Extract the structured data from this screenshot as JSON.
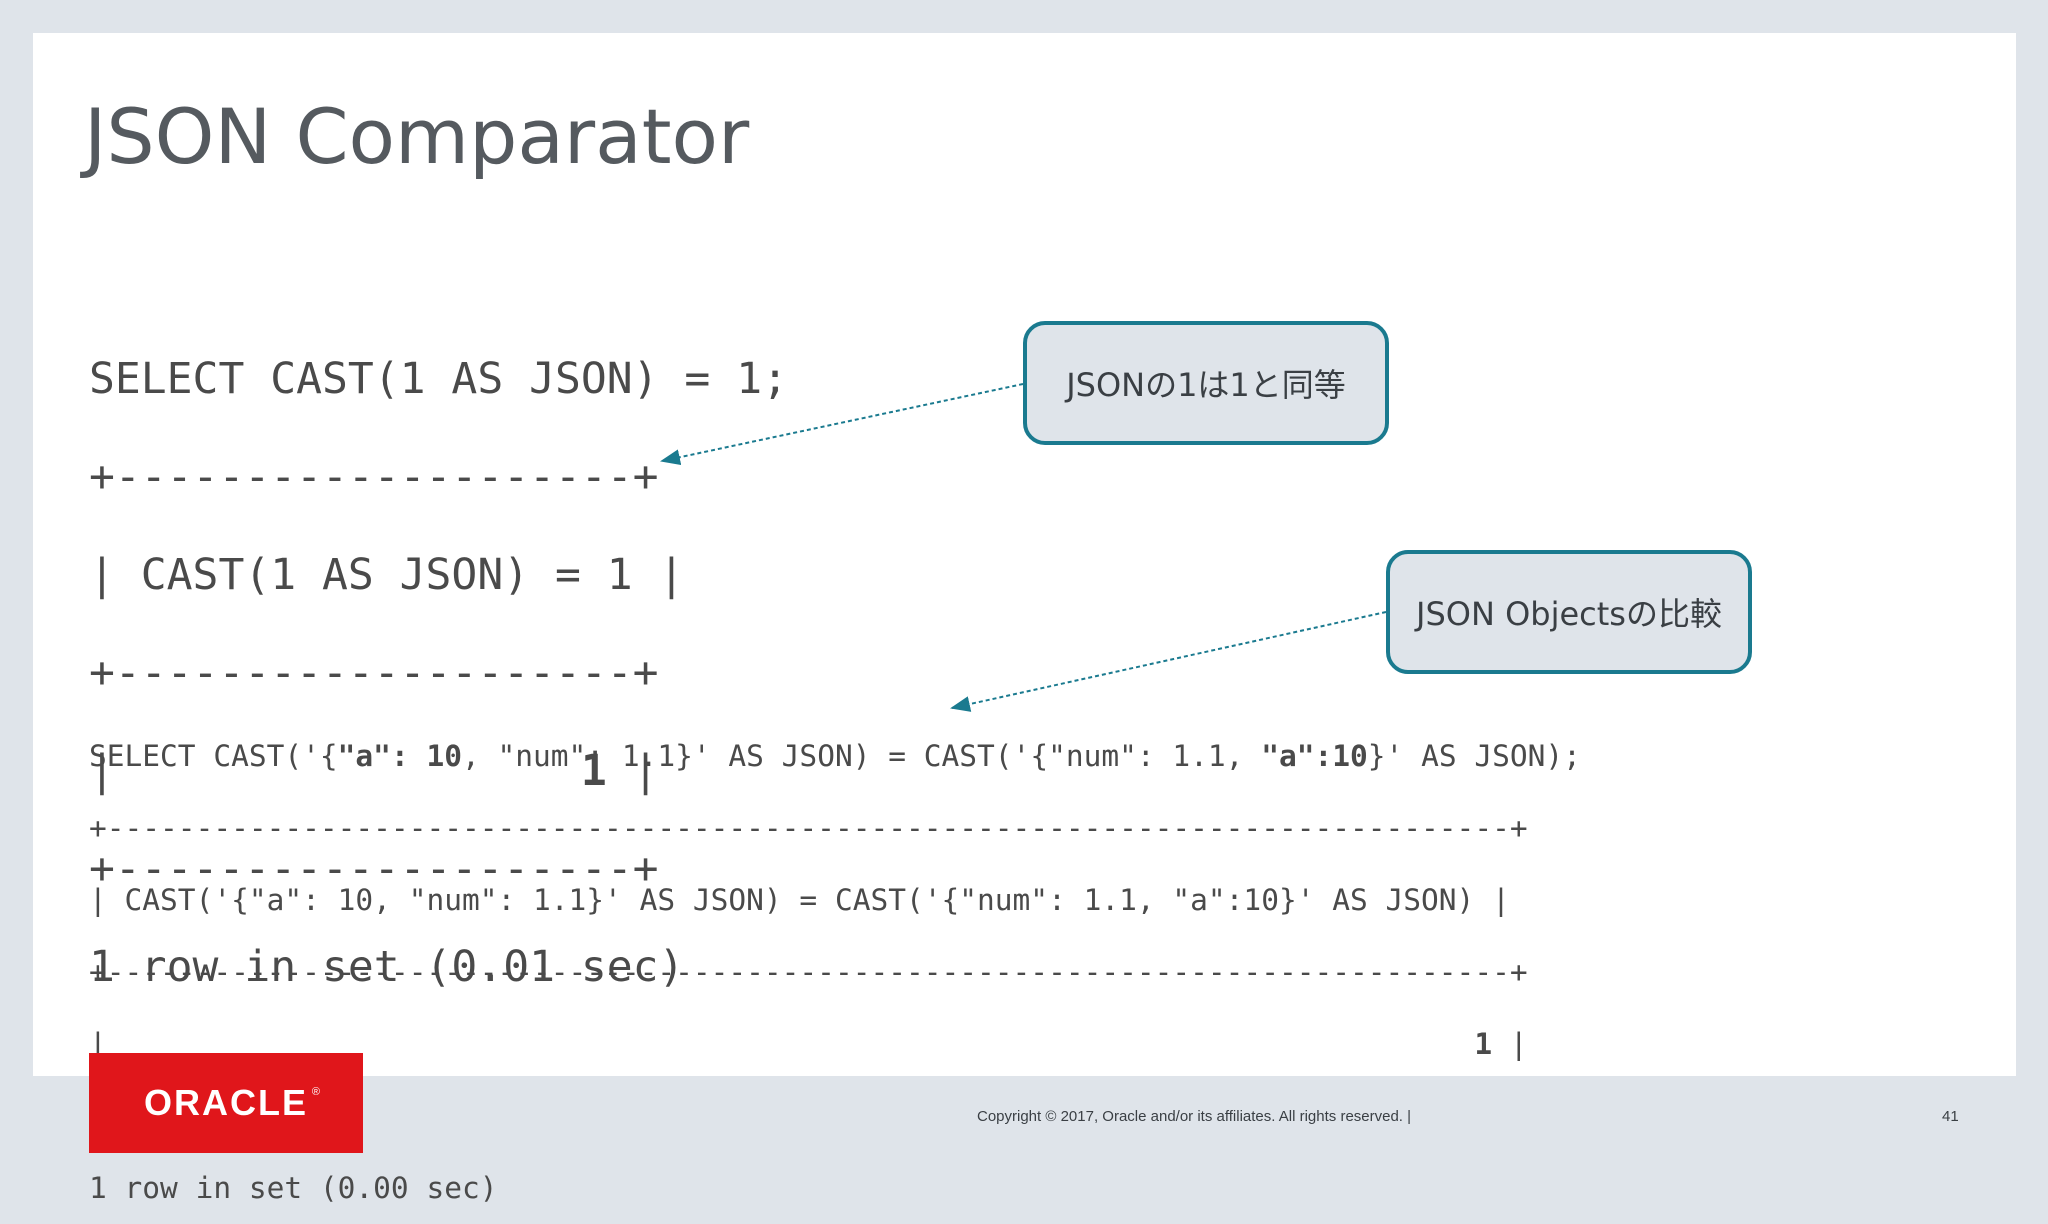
{
  "slide": {
    "title": "JSON Comparator",
    "query1": {
      "lines": [
        "SELECT CAST(1 AS JSON) = 1;",
        "+--------------------+",
        "| CAST(1 AS JSON) = 1 |",
        "+--------------------+",
        "|                  1 |",
        "+--------------------+",
        "1 row in set (0.01 sec)"
      ]
    },
    "query2": {
      "sql_parts": [
        "SELECT CAST('{",
        "\"a\": 10",
        ", \"num\": 1.1}' AS JSON) = CAST('{\"num\": 1.1, ",
        "\"a\":10",
        "}' AS JSON);"
      ],
      "lines": [
        "+-------------------------------------------------------------------------------+",
        "| CAST('{\"a\": 10, \"num\": 1.1}' AS JSON) = CAST('{\"num\": 1.1, \"a\":10}' AS JSON) |",
        "+-------------------------------------------------------------------------------+",
        "|                                                                             1 |",
        "+-------------------------------------------------------------------------------+",
        "1 row in set (0.00 sec)"
      ]
    },
    "callouts": {
      "first": "JSONの1は1と同等",
      "second": "JSON Objectsの比較"
    }
  },
  "footer": {
    "logo_text": "ORACLE",
    "logo_mark": "®",
    "copyright": "Copyright © 2017, Oracle and/or its affiliates. All rights reserved.  |",
    "page_number": "41"
  },
  "colors": {
    "background": "#dfe4ea",
    "callout_border": "#1a7a8f",
    "logo_red": "#e0161b"
  }
}
